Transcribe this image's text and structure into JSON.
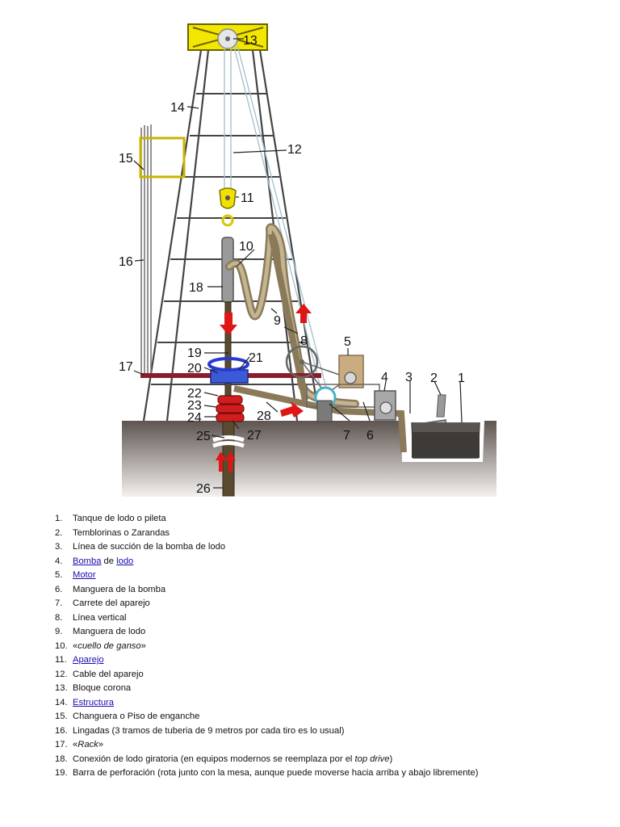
{
  "diagram": {
    "callouts": [
      "1",
      "2",
      "3",
      "4",
      "5",
      "6",
      "7",
      "8",
      "9",
      "10",
      "11",
      "12",
      "13",
      "14",
      "15",
      "16",
      "17",
      "18",
      "19",
      "20",
      "21",
      "22",
      "23",
      "24",
      "25",
      "26",
      "27",
      "28"
    ]
  },
  "legend": [
    {
      "num": "1.",
      "parts": [
        {
          "text": "Tanque de lodo o pileta"
        }
      ]
    },
    {
      "num": "2.",
      "parts": [
        {
          "text": "Temblorinas o Zarandas"
        }
      ]
    },
    {
      "num": "3.",
      "parts": [
        {
          "text": "Línea de succión de la bomba de lodo"
        }
      ]
    },
    {
      "num": "4.",
      "parts": [
        {
          "text": "Bomba",
          "link": true
        },
        {
          "text": " de "
        },
        {
          "text": "lodo",
          "link": true
        }
      ]
    },
    {
      "num": "5.",
      "parts": [
        {
          "text": "Motor",
          "link": true
        }
      ]
    },
    {
      "num": "6.",
      "parts": [
        {
          "text": "Manguera de la bomba"
        }
      ]
    },
    {
      "num": "7.",
      "parts": [
        {
          "text": "Carrete del aparejo"
        }
      ]
    },
    {
      "num": "8.",
      "parts": [
        {
          "text": "Línea vertical"
        }
      ]
    },
    {
      "num": "9.",
      "parts": [
        {
          "text": "Manguera de lodo"
        }
      ]
    },
    {
      "num": "10.",
      "parts": [
        {
          "text": "«"
        },
        {
          "text": "cuello de ganso",
          "italic": true
        },
        {
          "text": "»"
        }
      ]
    },
    {
      "num": "11.",
      "parts": [
        {
          "text": "Aparejo",
          "link": true
        }
      ]
    },
    {
      "num": "12.",
      "parts": [
        {
          "text": "Cable del aparejo"
        }
      ]
    },
    {
      "num": "13.",
      "parts": [
        {
          "text": "Bloque corona"
        }
      ]
    },
    {
      "num": "14.",
      "parts": [
        {
          "text": "Estructura",
          "link": true
        }
      ]
    },
    {
      "num": "15.",
      "parts": [
        {
          "text": "Changuera o Piso de enganche"
        }
      ]
    },
    {
      "num": "16.",
      "parts": [
        {
          "text": "Lingadas (3 tramos de tuberia de 9 metros por cada tiro es lo usual)"
        }
      ]
    },
    {
      "num": "17.",
      "parts": [
        {
          "text": "«"
        },
        {
          "text": "Rack",
          "italic": true
        },
        {
          "text": "»"
        }
      ]
    },
    {
      "num": "18.",
      "parts": [
        {
          "text": "Conexión de lodo giratoria (en equipos modernos se reemplaza por el "
        },
        {
          "text": "top drive",
          "italic": true
        },
        {
          "text": ")"
        }
      ]
    },
    {
      "num": "19.",
      "parts": [
        {
          "text": "Barra de perforación (rota junto con la mesa, aunque puede moverse hacia arriba y abajo libremente)"
        }
      ]
    }
  ]
}
